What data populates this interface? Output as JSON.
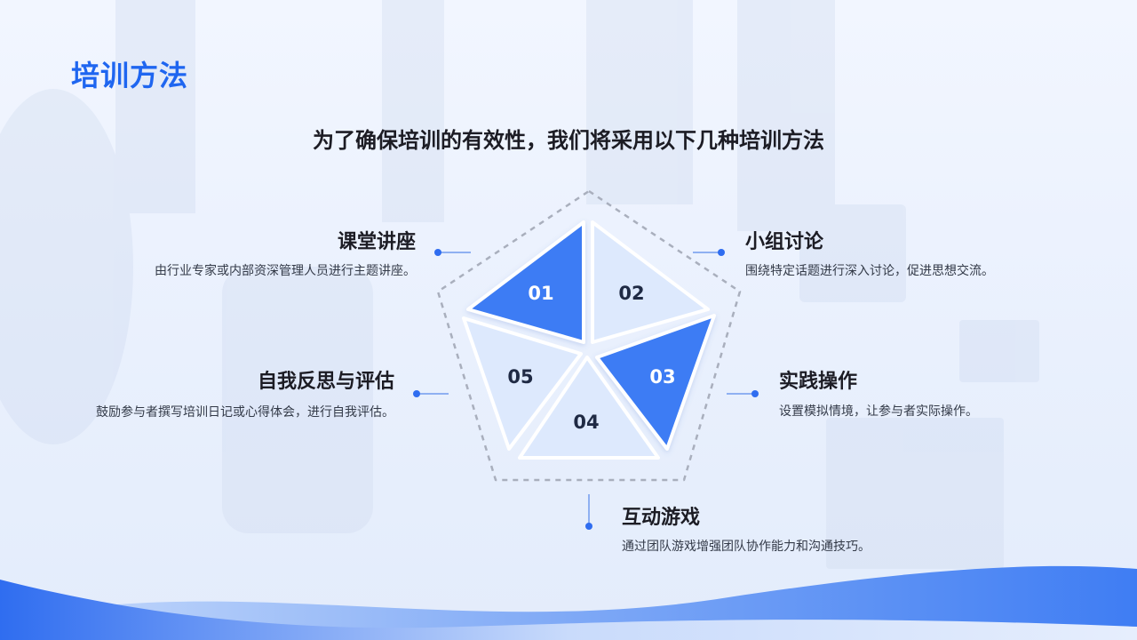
{
  "page": {
    "title": "培训方法",
    "subtitle": "为了确保培训的有效性，我们将采用以下几种培训方法"
  },
  "colors": {
    "accent": "#1f66f0",
    "segment_dark": "#3d7bf4",
    "segment_light": "#dbe7fd",
    "outline": "#a9afbd"
  },
  "segments": [
    {
      "number": "01",
      "title": "课堂讲座",
      "description": "由行业专家或内部资深管理人员进行主题讲座。",
      "highlight": true
    },
    {
      "number": "02",
      "title": "小组讨论",
      "description": "围绕特定话题进行深入讨论，促进思想交流。",
      "highlight": false
    },
    {
      "number": "03",
      "title": "实践操作",
      "description": "设置模拟情境，让参与者实际操作。",
      "highlight": true
    },
    {
      "number": "04",
      "title": "互动游戏",
      "description": "通过团队游戏增强团队协作能力和沟通技巧。",
      "highlight": false
    },
    {
      "number": "05",
      "title": "自我反思与评估",
      "description": "鼓励参与者撰写培训日记或心得体会，进行自我评估。",
      "highlight": false
    }
  ]
}
